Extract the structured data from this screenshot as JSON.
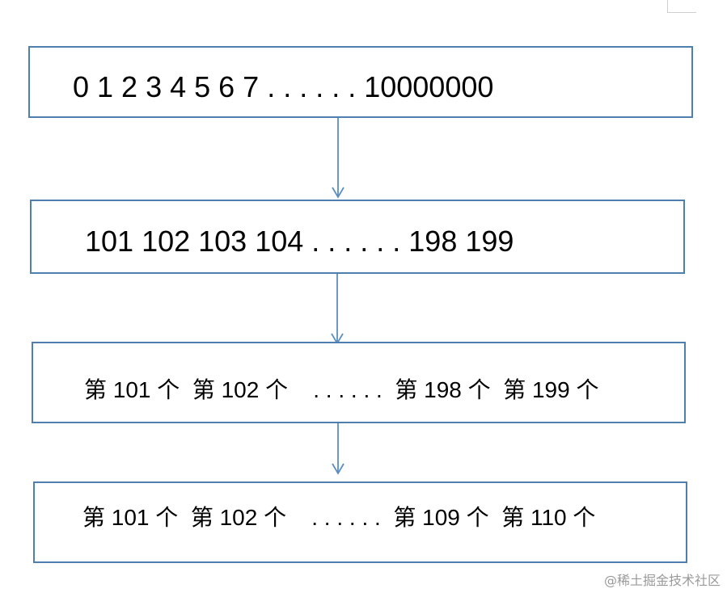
{
  "boxes": [
    {
      "text": "0 1 2 3 4 5 6 7 . . . . . . 10000000"
    },
    {
      "text": "101 102 103 104 . . . . . . 198 199"
    },
    {
      "text": "第 101 个  第 102 个    . . . . . .  第 198 个  第 199 个"
    },
    {
      "text": "第 101 个  第 102 个    . . . . . .  第 109 个  第 110 个"
    }
  ],
  "colors": {
    "box_border": "#4f7fae",
    "arrow": "#5b8fc0"
  },
  "watermark": "@稀土掘金技术社区"
}
